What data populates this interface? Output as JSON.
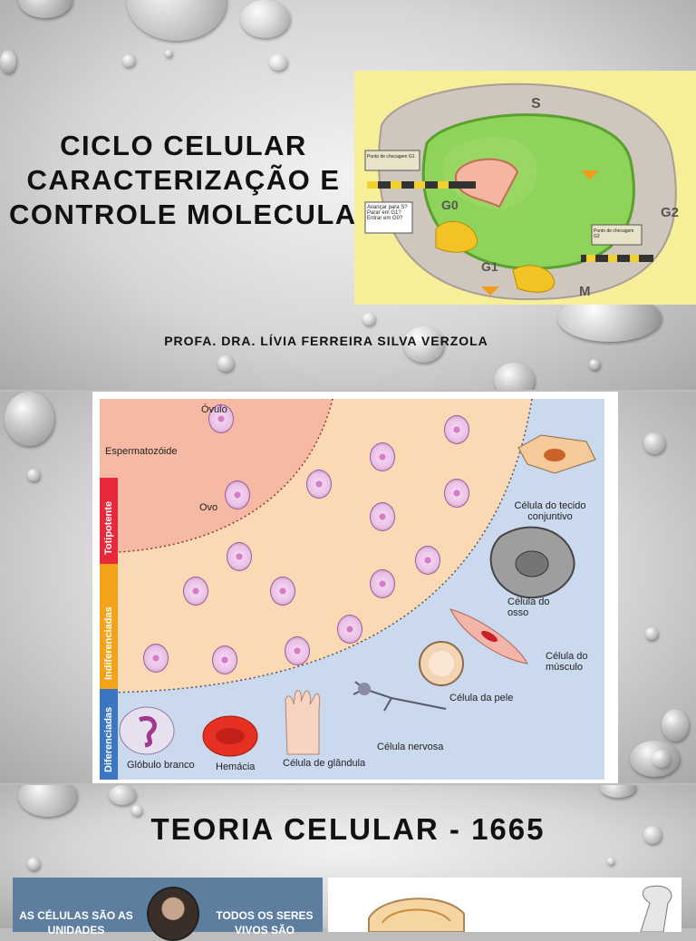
{
  "slide1": {
    "title_lines": [
      "CICLO CELULAR",
      "CARACTERIZAÇÃO E",
      "CONTROLE MOLECULAR"
    ],
    "author": "PROFA. DRA. LÍVIA FERREIRA SILVA VERZOLA",
    "cycle_image": {
      "phase_labels": [
        "S",
        "G2",
        "M",
        "G1",
        "G0"
      ],
      "checkpoint_sign_1": "Ponto de checagem G1",
      "checkpoint_sign_2": "Ponto de checagem G2",
      "question_text": "Avançar para S? Parar em G1? Entrar em G0?"
    }
  },
  "slide2": {
    "band_labels": [
      "Totipotente",
      "Indiferenciadas",
      "Diferenciadas"
    ],
    "cell_labels": {
      "ovulo": "Óvulo",
      "espermatozoide": "Espermatozóide",
      "ovo": "Ovo",
      "tecido_conjuntivo": "Célula do tecido conjuntivo",
      "osso": "Célula do osso",
      "musculo": "Célula do músculo",
      "pele": "Célula da pele",
      "nervosa": "Célula nervosa",
      "globulo": "Glóbulo branco",
      "hemacia": "Hemácia",
      "glandula": "Célula de glândula"
    },
    "colors": {
      "red_band": "#e8293a",
      "orange_band": "#f5a21b",
      "blue_band": "#3a76c2"
    }
  },
  "slide3": {
    "title": "TEORIA CELULAR - 1665",
    "box_left": "AS CÉLULAS SÃO AS UNIDADES",
    "box_right": "TODOS OS SERES VIVOS SÃO"
  }
}
